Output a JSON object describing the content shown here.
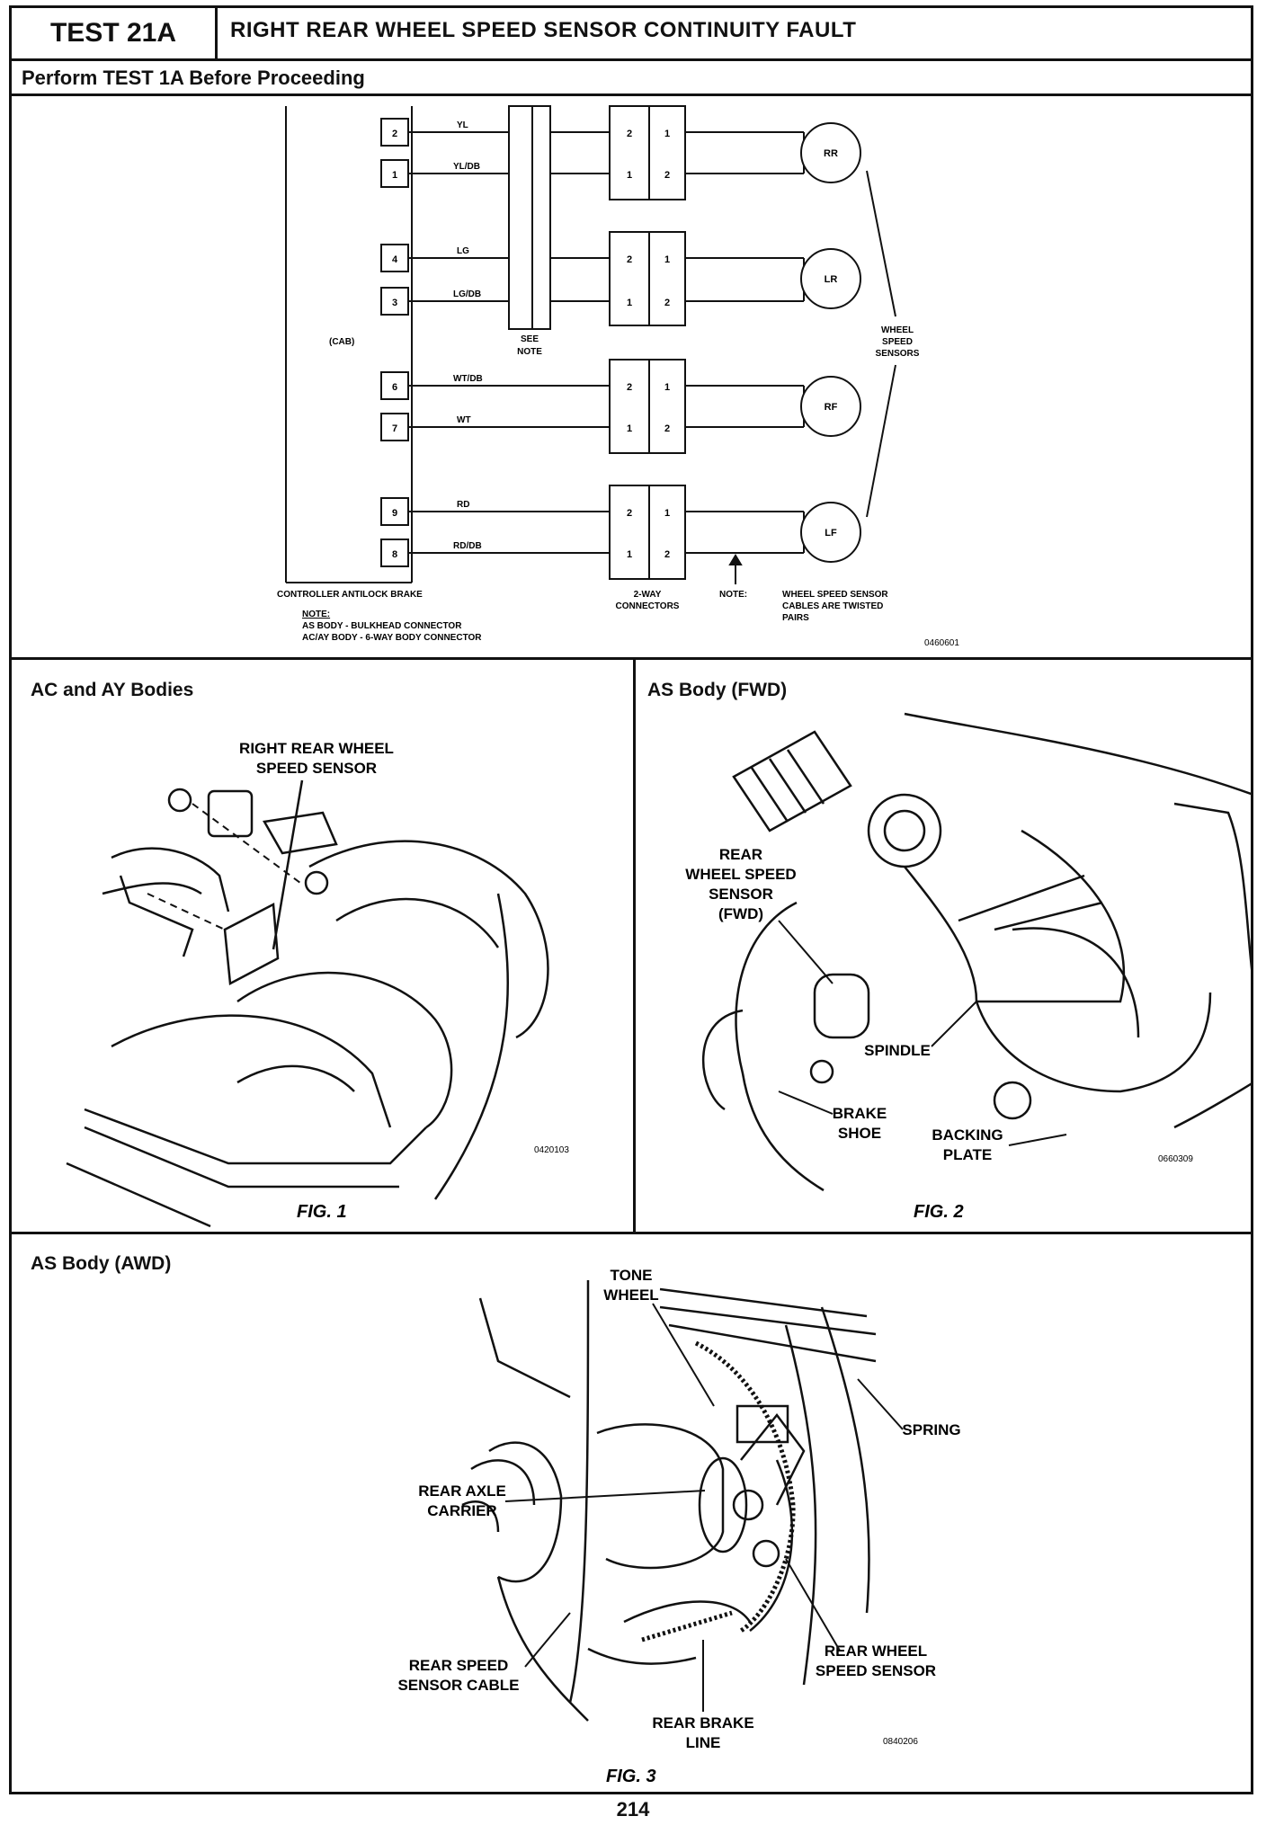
{
  "header": {
    "test_id": "TEST 21A",
    "title": "RIGHT REAR WHEEL SPEED SENSOR CONTINUITY FAULT",
    "subtitle": "Perform TEST 1A Before Proceeding"
  },
  "schematic": {
    "controller_pins": [
      "2",
      "1",
      "4",
      "3",
      "6",
      "7",
      "9",
      "8"
    ],
    "wire_labels": [
      "YL",
      "YL/DB",
      "LG",
      "LG/DB",
      "WT/DB",
      "WT",
      "RD",
      "RD/DB"
    ],
    "cab_label": "(CAB)",
    "see_note": "SEE",
    "note_word": "NOTE",
    "connector_left": [
      "2",
      "1",
      "2",
      "1",
      "2",
      "1",
      "2",
      "1"
    ],
    "connector_right": [
      "1",
      "2",
      "1",
      "2",
      "1",
      "2",
      "1",
      "2"
    ],
    "sensors": [
      "RR",
      "LR",
      "RF",
      "LF"
    ],
    "wheel_sensors_label": [
      "WHEEL",
      "SPEED",
      "SENSORS"
    ],
    "controller_label": "CONTROLLER ANTILOCK BRAKE",
    "two_way_label": [
      "2-WAY",
      "CONNECTORS"
    ],
    "note_marker": "NOTE:",
    "twisted_note": [
      "WHEEL SPEED SENSOR",
      "CABLES ARE TWISTED",
      "PAIRS"
    ],
    "note_heading": "NOTE:",
    "note_lines": [
      "AS BODY - BULKHEAD CONNECTOR",
      "AC/AY BODY - 6-WAY BODY CONNECTOR"
    ],
    "code": "0460601"
  },
  "panel1": {
    "label": "AC and AY Bodies",
    "callout": [
      "RIGHT REAR WHEEL",
      "SPEED SENSOR"
    ],
    "code": "0420103",
    "fig": "FIG. 1"
  },
  "panel2": {
    "label": "AS Body (FWD)",
    "callout_sensor": [
      "REAR",
      "WHEEL SPEED",
      "SENSOR",
      "(FWD)"
    ],
    "callout_spindle": "SPINDLE",
    "callout_shoe": [
      "BRAKE",
      "SHOE"
    ],
    "callout_plate": [
      "BACKING",
      "PLATE"
    ],
    "code": "0660309",
    "fig": "FIG. 2"
  },
  "panel3": {
    "label": "AS Body (AWD)",
    "callout_tone": [
      "TONE",
      "WHEEL"
    ],
    "callout_spring": "SPRING",
    "callout_carrier": [
      "REAR AXLE",
      "CARRIER"
    ],
    "callout_sensor": [
      "REAR WHEEL",
      "SPEED SENSOR"
    ],
    "callout_cable": [
      "REAR SPEED",
      "SENSOR CABLE"
    ],
    "callout_line": [
      "REAR BRAKE",
      "LINE"
    ],
    "code": "0840206",
    "fig": "FIG. 3"
  },
  "page_number": "214"
}
